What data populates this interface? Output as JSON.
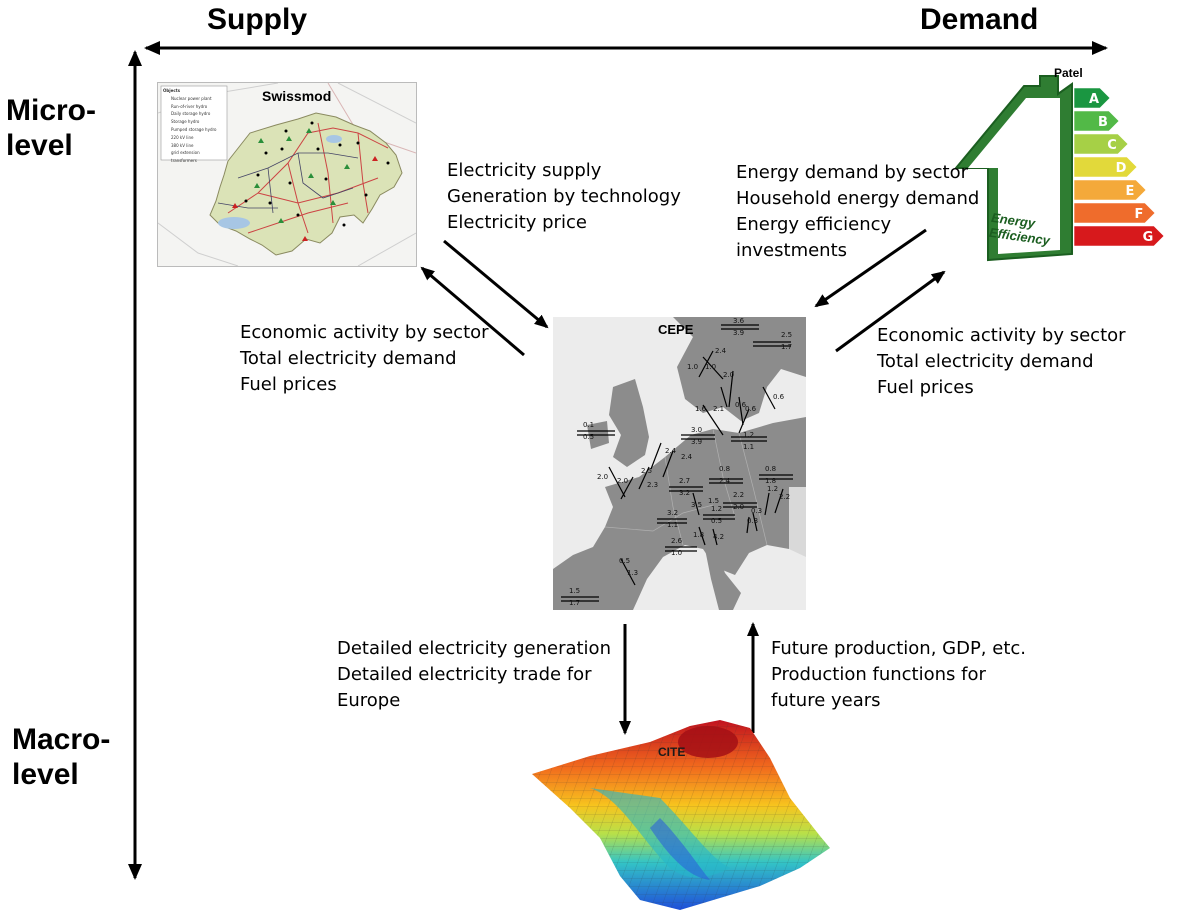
{
  "axes": {
    "horizontal": {
      "left": "Supply",
      "right": "Demand"
    },
    "vertical": {
      "top": [
        "Micro-",
        "level"
      ],
      "bottom": [
        "Macro-",
        "level"
      ]
    }
  },
  "models": {
    "swissmod": {
      "title": "Swissmod",
      "legend_title": "Objects",
      "legend_items": [
        "Nuclear power plant",
        "Run-of-river hydro",
        "Daily storage hydro",
        "Storage hydro",
        "Pumped storage hydro",
        "220 kV line",
        "380 kV line",
        "grid extension",
        "transformers"
      ]
    },
    "patel": {
      "title": "Patel",
      "house_text": [
        "Energy",
        "Efficiency"
      ],
      "grades": [
        "A",
        "B",
        "C",
        "D",
        "E",
        "F",
        "G"
      ],
      "grade_colors": [
        "#1a9641",
        "#52b947",
        "#a6d046",
        "#e2d93a",
        "#f4a93a",
        "#ef6c2c",
        "#d7191c"
      ]
    },
    "cepe": {
      "title": "CEPE",
      "flow_labels": [
        [
          "3.6",
          "3.9"
        ],
        [
          "2.5",
          "1.7"
        ],
        [
          "2.4"
        ],
        [
          "1.0"
        ],
        [
          "1.0"
        ],
        [
          "2.0"
        ],
        [
          "0.6"
        ],
        [
          "0.6"
        ],
        [
          "1.6"
        ],
        [
          "2.1"
        ],
        [
          "0.6"
        ],
        [
          "0.1",
          "0.5"
        ],
        [
          "3.0",
          "3.9"
        ],
        [
          "1.2",
          "1.1"
        ],
        [
          "2.4"
        ],
        [
          "2.4"
        ],
        [
          "2.0"
        ],
        [
          "2.0"
        ],
        [
          "2.5"
        ],
        [
          "2.3"
        ],
        [
          "0.8",
          "2.4"
        ],
        [
          "0.8",
          "1.8"
        ],
        [
          "2.7",
          "3.2"
        ],
        [
          "1.5"
        ],
        [
          "2.2",
          "2.0"
        ],
        [
          "1.2"
        ],
        [
          "2.2"
        ],
        [
          "3.5"
        ],
        [
          "3.2",
          "1.1"
        ],
        [
          "1.2",
          "0.5"
        ],
        [
          "0.3"
        ],
        [
          "0.3"
        ],
        [
          "1.8"
        ],
        [
          "4.2"
        ],
        [
          "2.6",
          "1.0"
        ],
        [
          "0.5"
        ],
        [
          "1.3"
        ],
        [
          "1.5",
          "1.7"
        ]
      ]
    },
    "cite": {
      "title": "CITE"
    }
  },
  "flows": {
    "supply_to_cepe": [
      "Electricity supply",
      "Generation by technology",
      "Electricity price"
    ],
    "demand_to_cepe": [
      "Energy demand by sector",
      "Household energy demand",
      "Energy efficiency",
      "investments"
    ],
    "cepe_to_supply": [
      "Economic activity by sector",
      "Total electricity demand",
      "Fuel prices"
    ],
    "cepe_to_demand": [
      "Economic activity by sector",
      "Total electricity demand",
      "Fuel prices"
    ],
    "cepe_to_cite": [
      "Detailed electricity generation",
      "Detailed electricity trade for",
      "Europe"
    ],
    "cite_to_cepe": [
      "Future production, GDP, etc.",
      "Production functions for",
      "future years"
    ]
  }
}
